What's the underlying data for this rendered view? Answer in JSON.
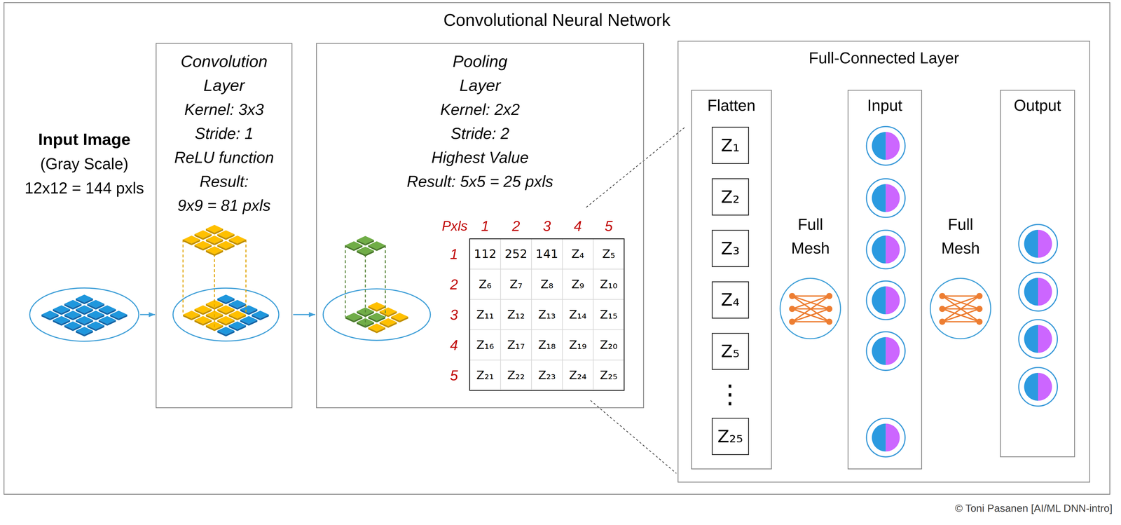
{
  "diagram": {
    "nodes": [
      {
        "text": [
          "Convolutional Neural Network"
        ]
      },
      {
        "text": [
          "Input Image",
          "(Gray Scale)",
          "12x12 = 144 pxls"
        ],
        "in": 0
      },
      {
        "text": [
          "Convolution Layer",
          "Kernel: 3x3",
          "Stride: 1",
          "ReLU function",
          "Result:",
          "9x9 = 81 pxls"
        ],
        "in": 0
      },
      {
        "text": [
          "Pooling Layer",
          "Kernel: 2x2",
          "Stride: 2",
          "Highest Value",
          "Result: 5x5 = 25 pxls"
        ],
        "in": 0
      },
      {
        "text": [
          "Full-Connected Layer"
        ],
        "in": 0
      },
      {
        "text": [
          "Flatten"
        ],
        "in": 4
      },
      {
        "text": [
          "Z₁"
        ],
        "in": 5
      },
      {
        "text": [
          "Z₂"
        ],
        "in": 5
      },
      {
        "text": [
          "Z₃"
        ],
        "in": 5
      },
      {
        "text": [
          "Z₄"
        ],
        "in": 5
      },
      {
        "text": [
          "Z₅"
        ],
        "in": 5
      },
      {
        "text": [
          "Z₂₅"
        ],
        "in": 5
      },
      {
        "text": [
          "Full Mesh"
        ],
        "in": 4
      },
      {
        "text": [
          "Input"
        ],
        "in": 4
      },
      {
        "text": [
          "Full Mesh"
        ],
        "in": 4
      },
      {
        "text": [
          "Output"
        ],
        "in": 4
      }
    ],
    "edges": [
      {
        "from": 1,
        "to": 2,
        "arrow": "to"
      },
      {
        "from": 2,
        "to": 3,
        "arrow": "to"
      }
    ],
    "labels": [
      "Pxls",
      "1",
      "2",
      "3",
      "4",
      "5",
      "1",
      "112",
      "252",
      "141",
      "Z₄",
      "Z₅",
      "2",
      "Z₆",
      "Z₇",
      "Z₈",
      "Z₉",
      "Z₁₀",
      "3",
      "Z₁₁",
      "Z₁₂",
      "Z₁₃",
      "Z₁₄",
      "Z₁₅",
      "4",
      "Z₁₆",
      "Z₁₇",
      "Z₁₈",
      "Z₁₉",
      "Z₂₀",
      "5",
      "Z₂₁",
      "Z₂₂",
      "Z₂₃",
      "Z₂₄",
      "Z₂₅",
      "⋮",
      "© Toni Pasanen [AI/ML DNN-intro]"
    ]
  }
}
